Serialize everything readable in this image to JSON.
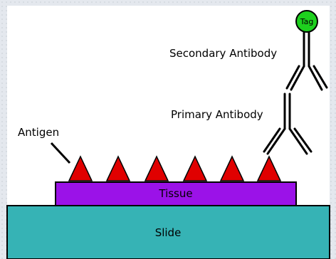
{
  "labels": {
    "antigen": "Antigen",
    "secondary_antibody": "Secondary Antibody",
    "primary_antibody": "Primary Antibody",
    "tag": "Tag",
    "tissue": "Tissue",
    "slide": "Slide"
  },
  "antigen_count": 6,
  "colors": {
    "background_frame": "#dfe3e9",
    "panel": "#ffffff",
    "slide": "#36b3b5",
    "tissue": "#9b12e8",
    "antigen": "#e00000",
    "tag": "#1ed01e",
    "antibody": "#000000"
  }
}
